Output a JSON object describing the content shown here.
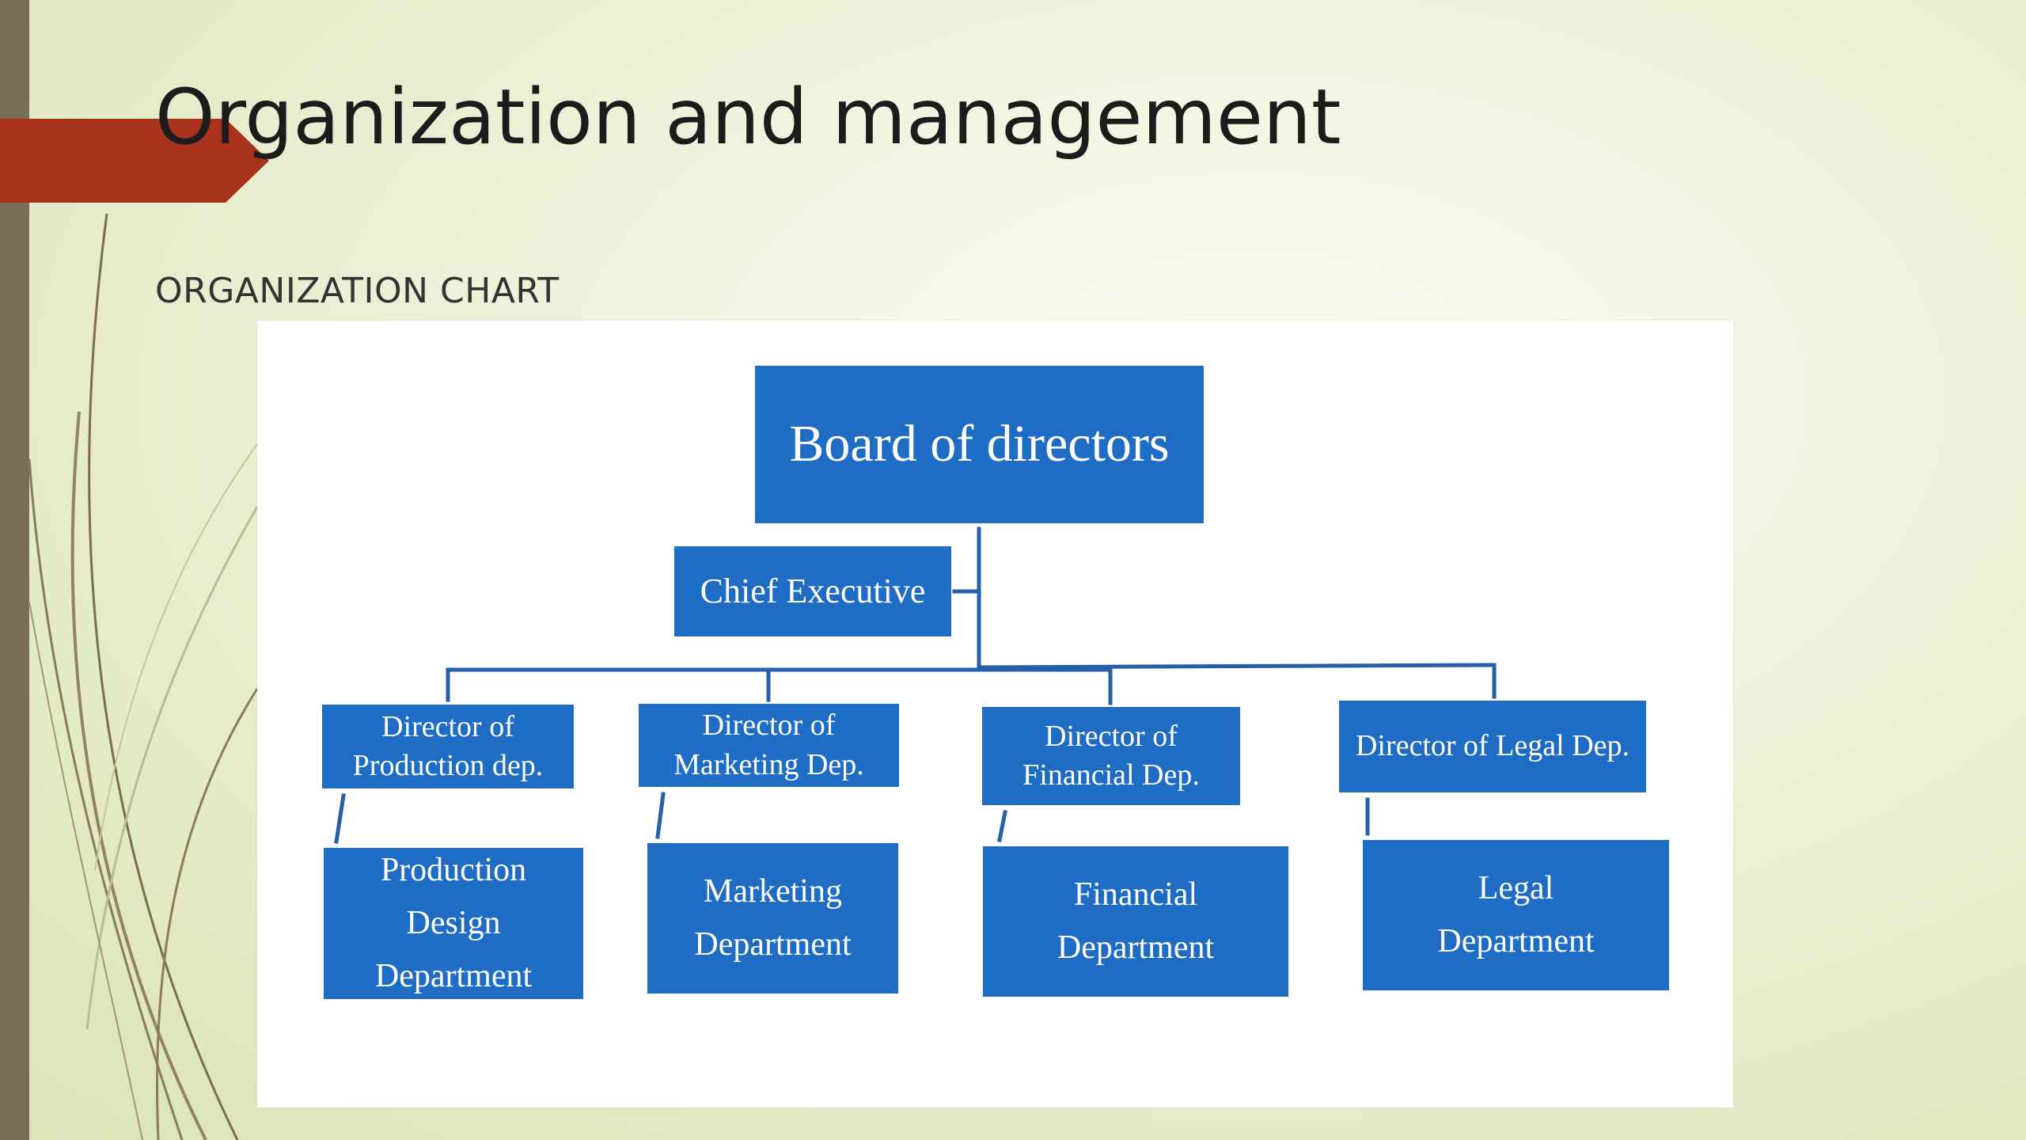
{
  "slide": {
    "title": "Organization and management",
    "subtitle": "ORGANIZATION CHART"
  },
  "org_chart": {
    "board": "Board of directors",
    "chief_executive": "Chief Executive",
    "directors": {
      "production": [
        "Director  of",
        "Production dep."
      ],
      "marketing": [
        "Director  of",
        "Marketing Dep."
      ],
      "financial": [
        "Director  of",
        "Financial Dep."
      ],
      "legal": [
        "Director of Legal Dep."
      ]
    },
    "departments": {
      "production": [
        "Production",
        "Design",
        "Department"
      ],
      "marketing": [
        "Marketing",
        "Department"
      ],
      "financial": [
        "Financial",
        "Department"
      ],
      "legal": [
        "Legal",
        "Department"
      ]
    }
  },
  "colors": {
    "box_fill": "#1f6cc4",
    "box_text": "#ffffff",
    "connector": "#245fa8",
    "accent_arrow": "#a8321c",
    "left_bar": "#7a6d56",
    "background": "#eef2d8"
  }
}
